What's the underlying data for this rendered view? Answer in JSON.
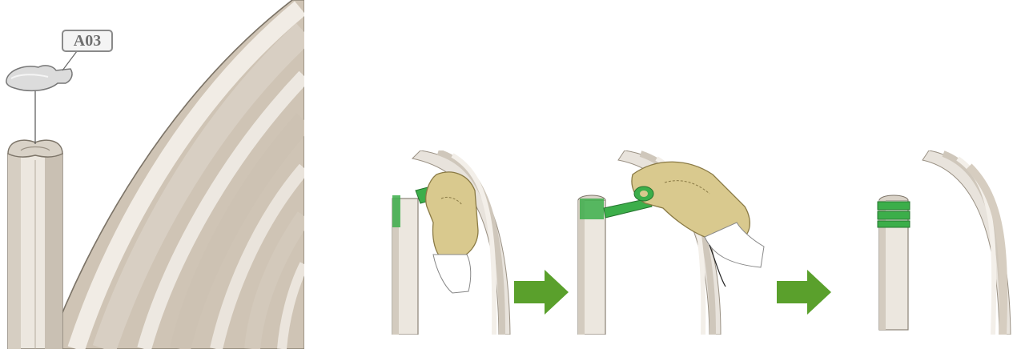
{
  "callout": {
    "part_label": "A03"
  },
  "colors": {
    "tape_green": "#3cae4a",
    "arrow_green": "#5aa02c",
    "glove": "#d9c98e",
    "profile_light": "#ece7df",
    "profile_dark": "#bdb4a6",
    "door_tan": "#cfc4b5"
  },
  "steps": [
    {
      "id": "step-1",
      "icon": "hand-applying-tape"
    },
    {
      "id": "step-2",
      "icon": "hand-folding-tape"
    },
    {
      "id": "step-3",
      "icon": "taped-profile-end"
    }
  ],
  "arrows": [
    "arrow-right-icon",
    "arrow-right-icon"
  ]
}
